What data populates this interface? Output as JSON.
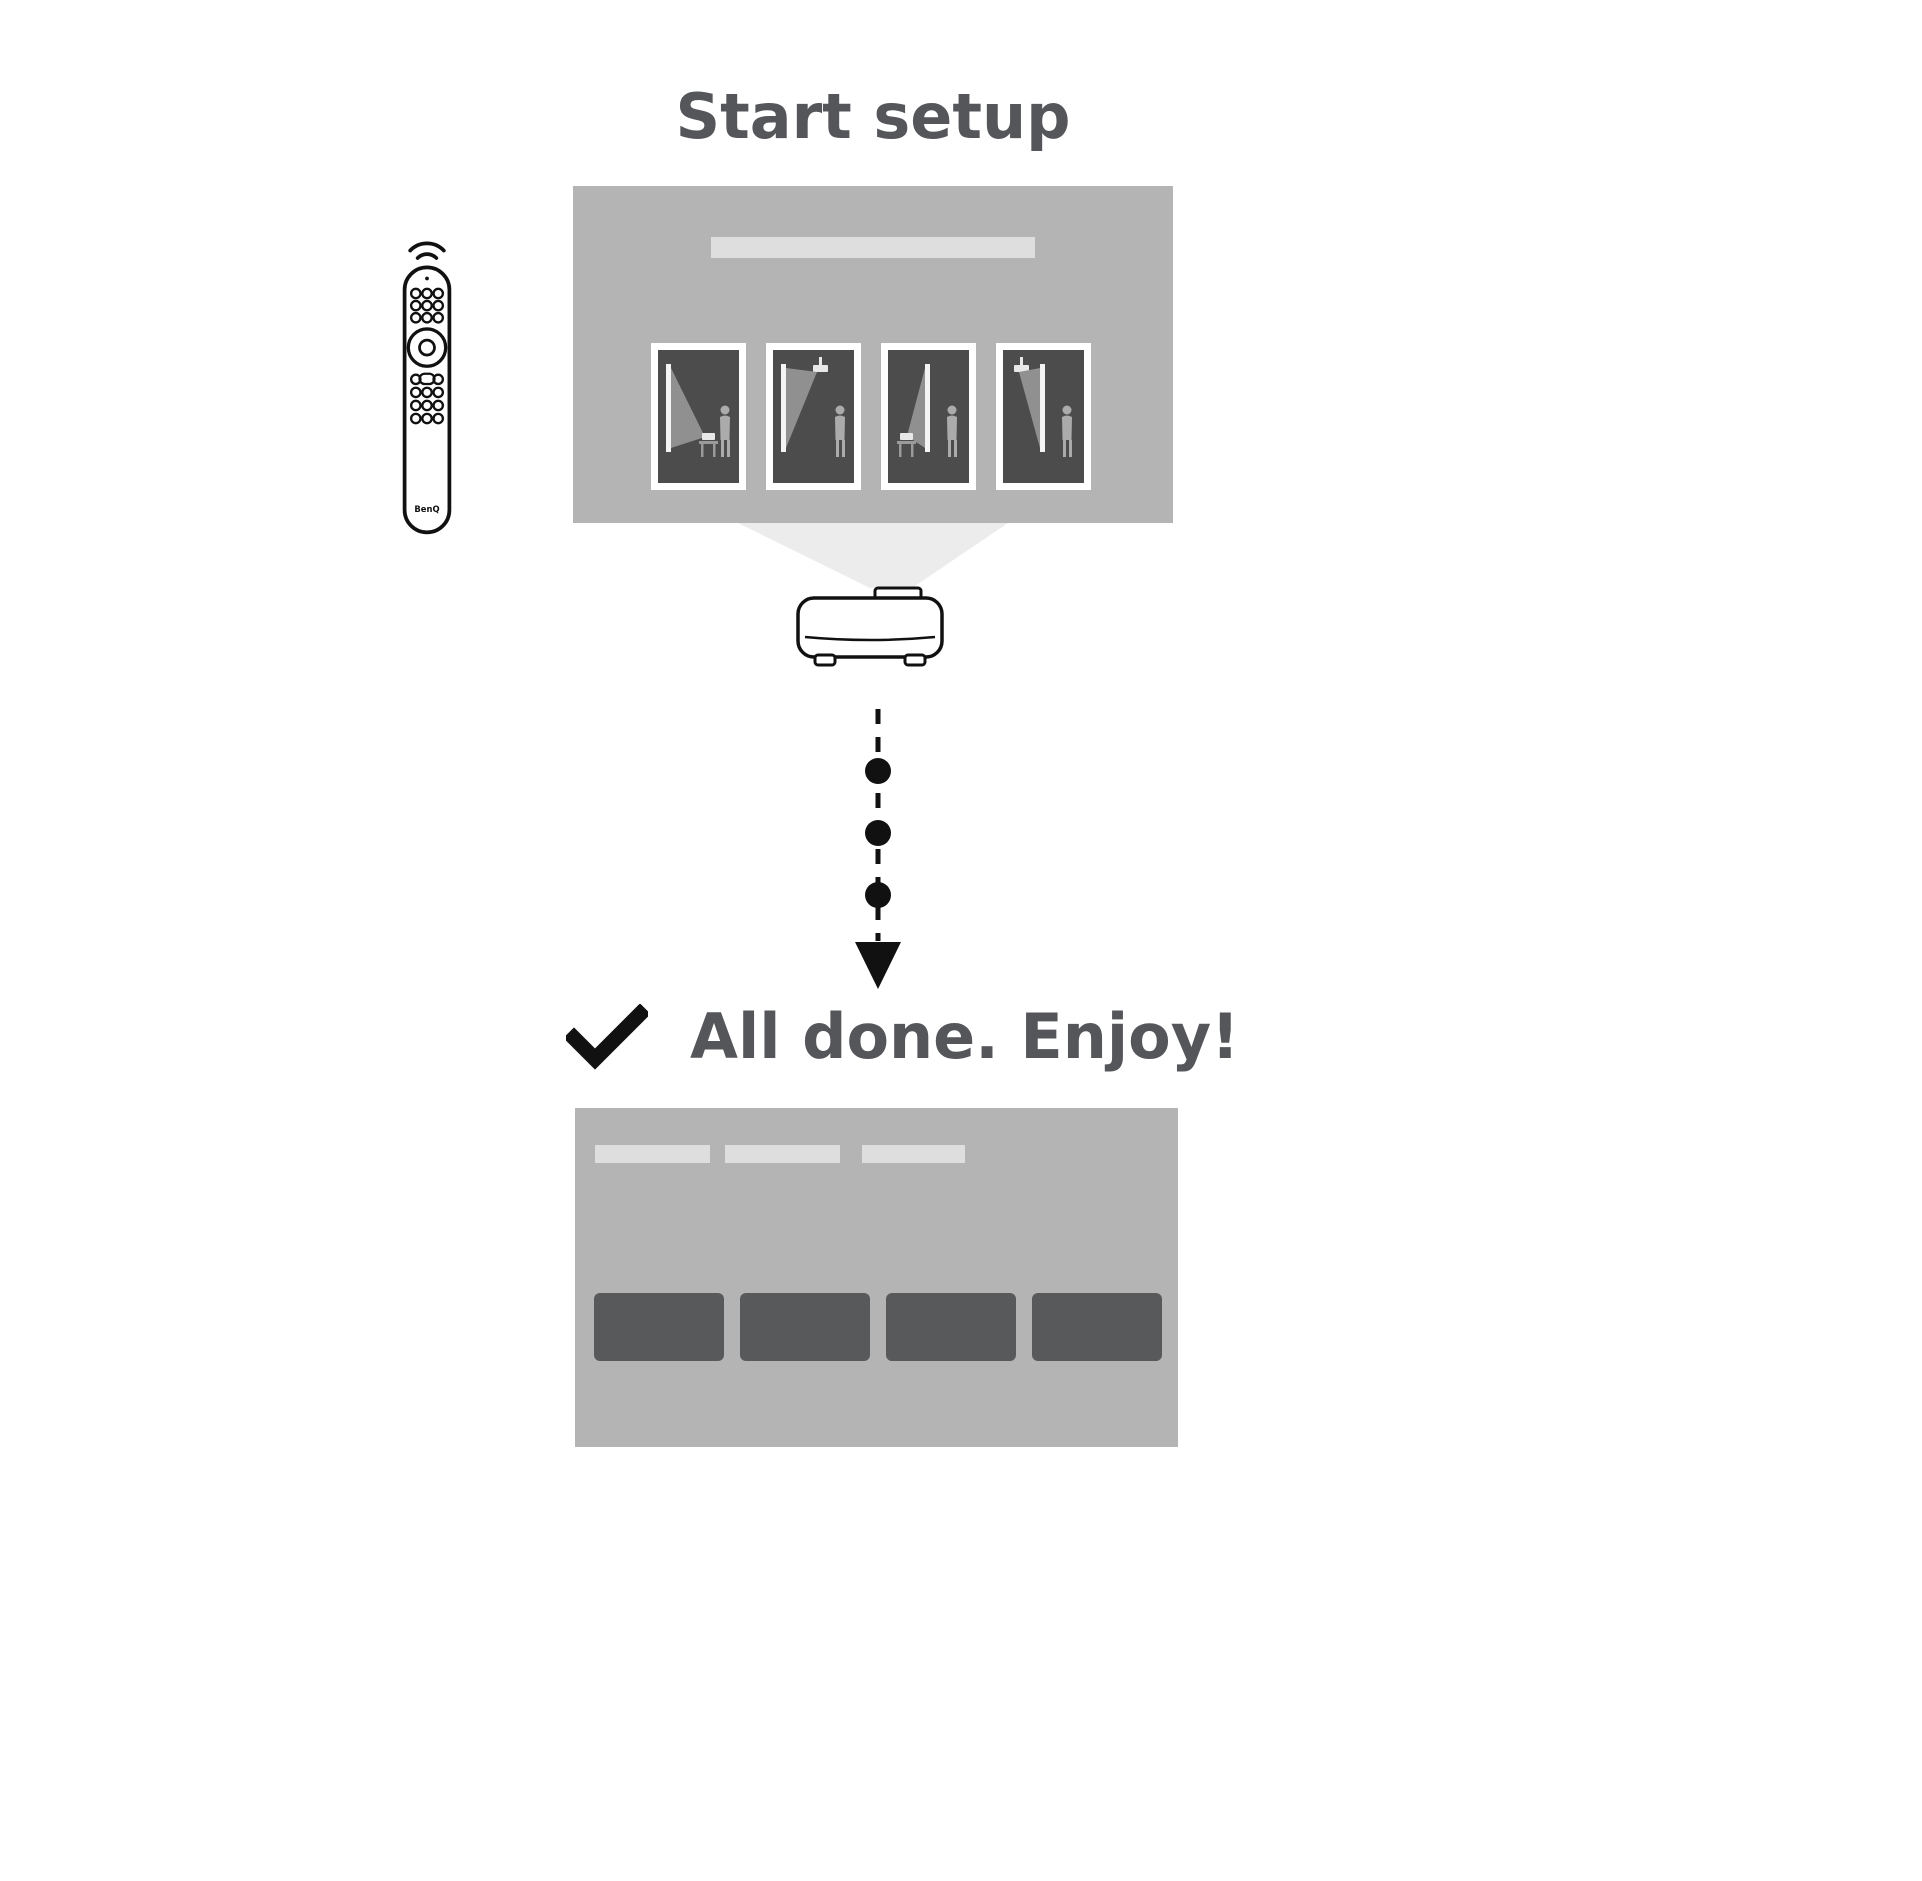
{
  "heading": {
    "title": "Start setup"
  },
  "remote": {
    "brand": "BenQ"
  },
  "setup_screen": {
    "option_count": 4,
    "placement_options": [
      "front-table",
      "front-ceiling",
      "rear-table",
      "rear-ceiling"
    ]
  },
  "flow": {
    "dot_count": 3,
    "arrow_direction": "down"
  },
  "completion": {
    "message": "All done. Enjoy!",
    "check_icon": "checkmark"
  },
  "home_screen": {
    "menu_bar_count": 3,
    "tile_count": 4
  },
  "colors": {
    "background": "#ffffff",
    "screen_background": "#b4b4b4",
    "placeholder_bar": "#dedede",
    "tile_dark": "#58595b",
    "heading_text": "#55565a",
    "scene_background": "#4c4c4c",
    "line_black": "#111111"
  }
}
